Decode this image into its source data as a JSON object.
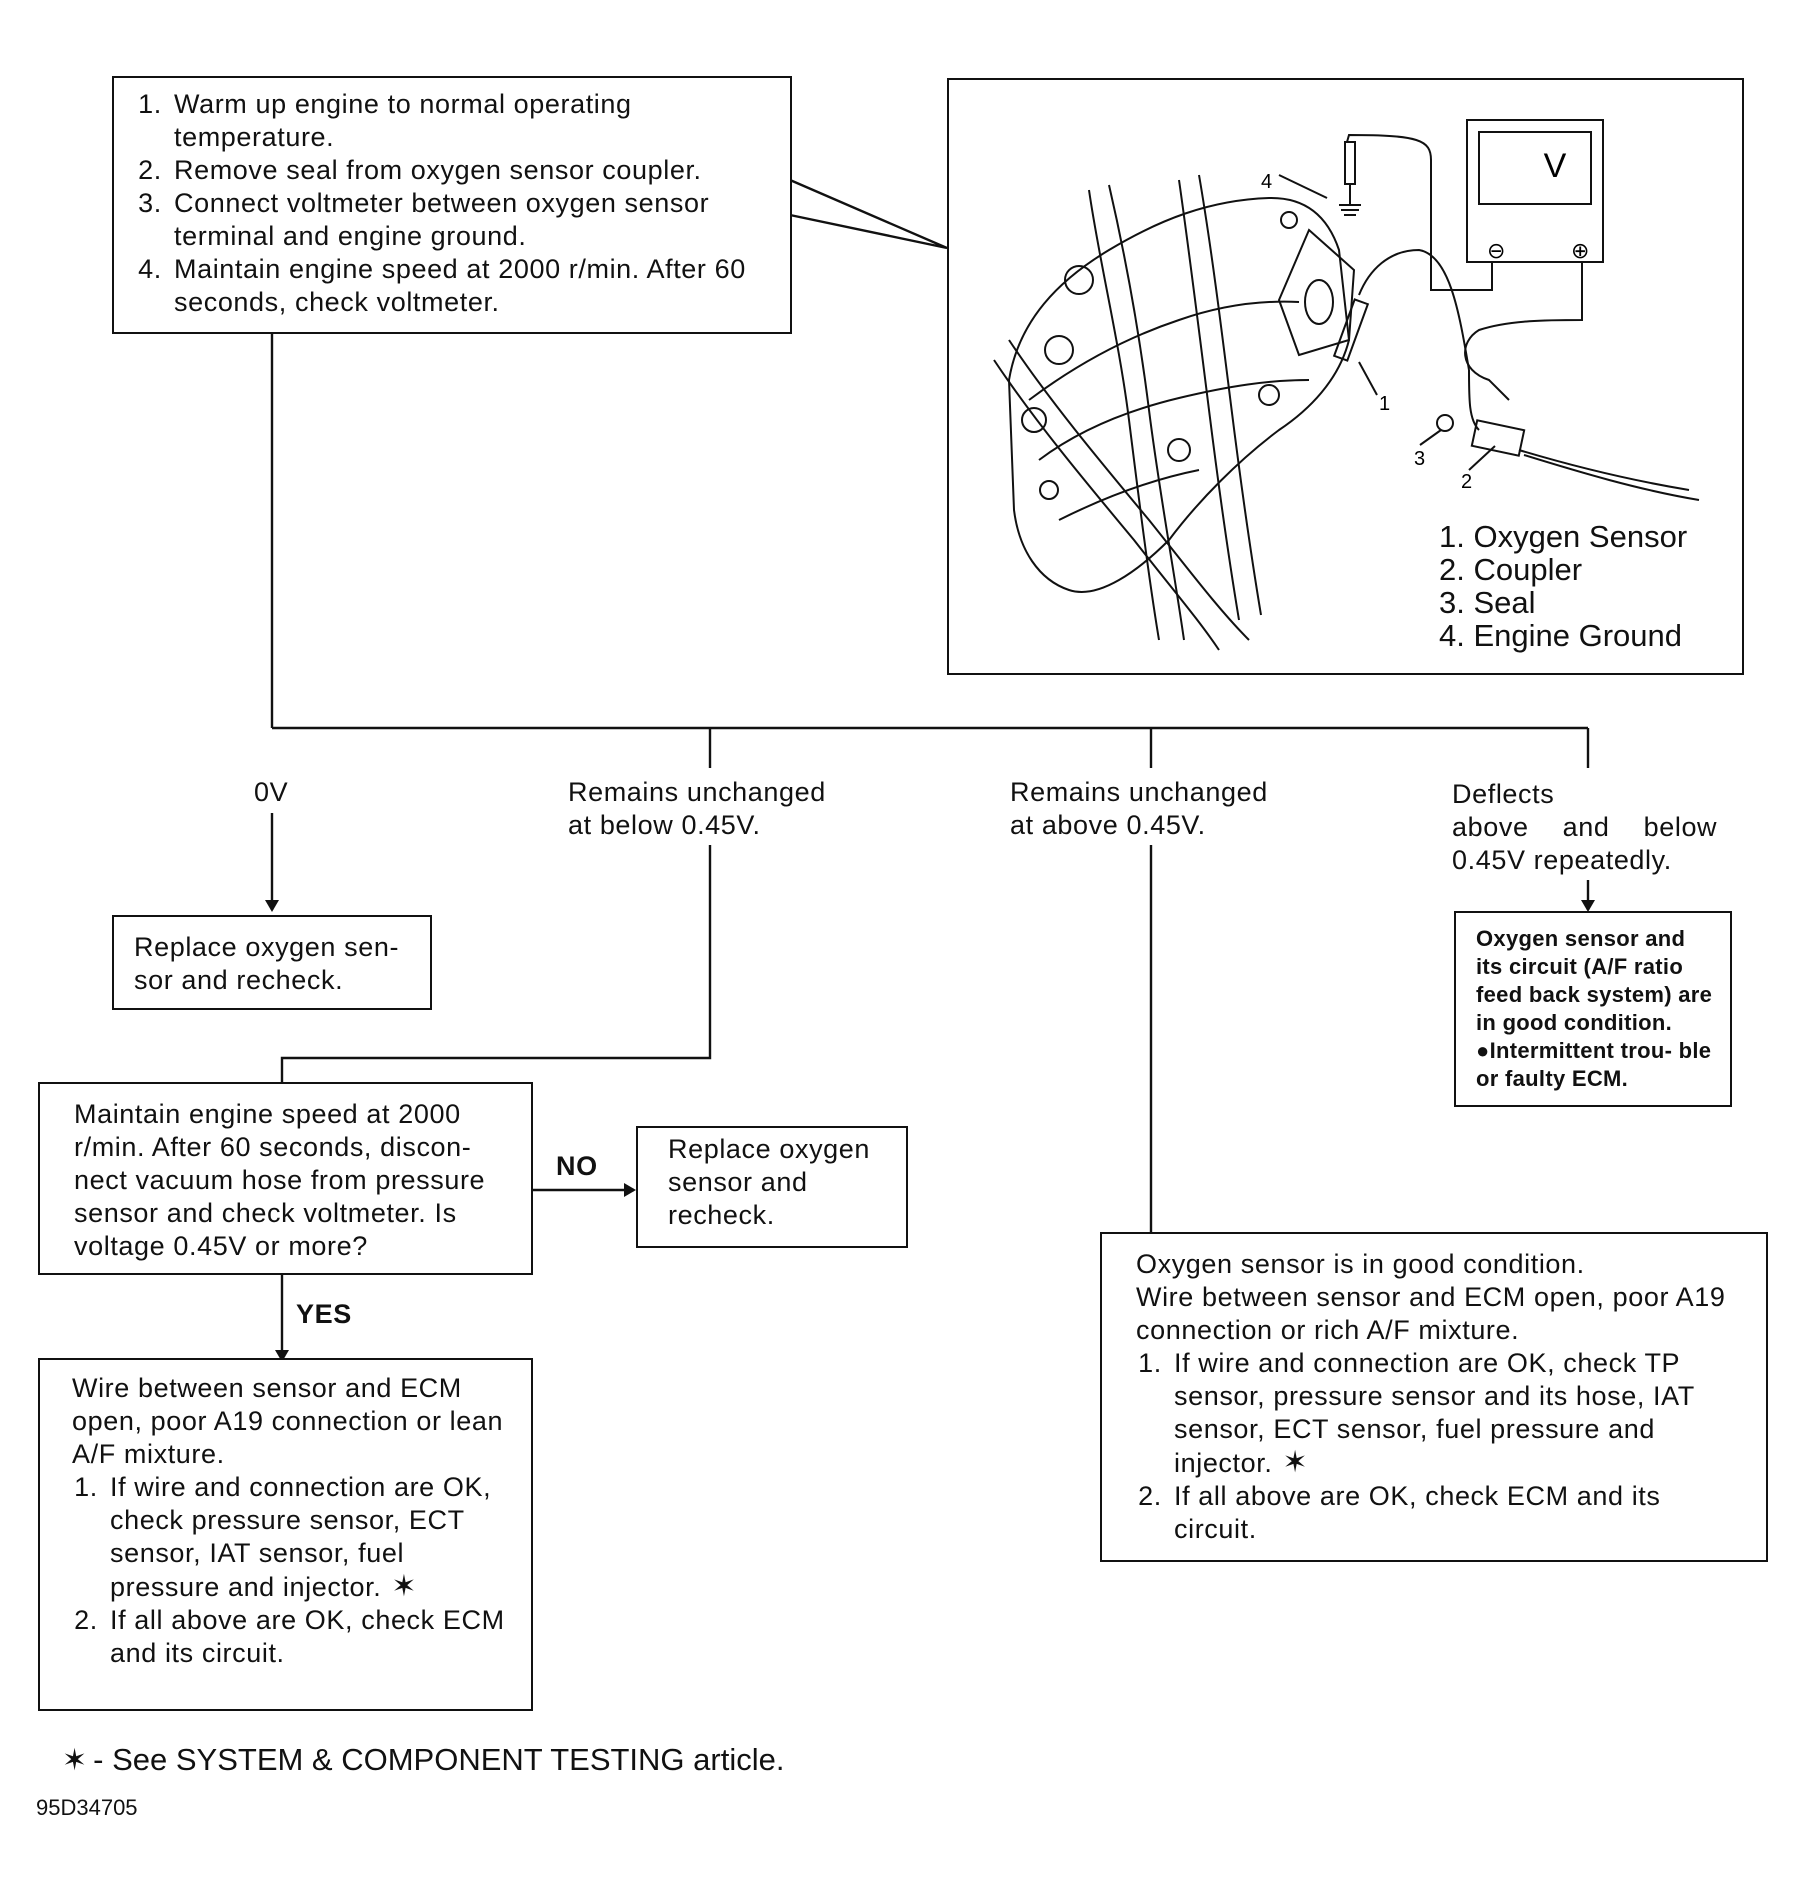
{
  "steps": {
    "items": [
      "Warm up engine to normal operating temperature.",
      "Remove seal from oxygen sensor coupler.",
      "Connect voltmeter between oxygen sensor terminal and engine ground.",
      "Maintain engine speed at 2000 r/min. After 60 seconds, check voltmeter."
    ]
  },
  "illustration": {
    "meter_label": "V",
    "meter_minus": "⊖",
    "meter_plus": "⊕",
    "callouts": [
      "1",
      "2",
      "3",
      "4"
    ],
    "legend": [
      "1. Oxygen Sensor",
      "2. Coupler",
      "3. Seal",
      "4. Engine Ground"
    ]
  },
  "branches": {
    "zero": "0V",
    "below": [
      "Remains unchanged",
      "at below 0.45V."
    ],
    "above": [
      "Remains unchanged",
      "at above 0.45V."
    ],
    "deflects": [
      "Deflects",
      "above and below",
      "0.45V repeatedly."
    ]
  },
  "replace_1": "Replace oxygen sen- sor and recheck.",
  "maintain": "Maintain engine speed at 2000 r/min. After 60 seconds, discon- nect vacuum hose from pressure sensor and check voltmeter. Is voltage 0.45V or more?",
  "no_label": "NO",
  "yes_label": "YES",
  "replace_2": "Replace oxygen sensor and recheck.",
  "good_condition": {
    "text": "Oxygen sensor and its circuit (A/F ratio feed back system) are in good condition.",
    "bullet": "●Intermittent trou- ble or faulty ECM."
  },
  "lean": {
    "intro": "Wire between sensor and ECM open, poor A19 connection or lean A/F mixture.",
    "items": [
      "If wire and connection are OK, check pressure sensor, ECT sensor, IAT sensor, fuel pressure and injector.",
      "If all above are OK, check ECM and its circuit."
    ]
  },
  "rich": {
    "intro": [
      "Oxygen sensor is in good condition.",
      "Wire between sensor and ECM open, poor A19 connection or rich A/F mixture."
    ],
    "items": [
      "If wire and connection are OK, check TP sensor, pressure sensor and its hose, IAT sensor, ECT sensor, fuel pressure and injector.",
      "If all above are OK, check ECM and its circuit."
    ]
  },
  "footnote": "- See SYSTEM & COMPONENT TESTING article.",
  "star_glyph": "✶",
  "figure_id": "95D34705"
}
